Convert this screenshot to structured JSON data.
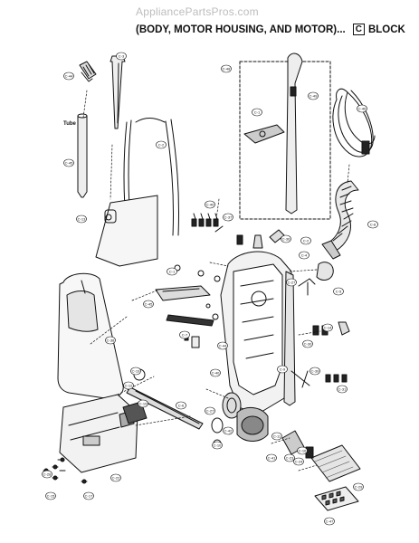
{
  "watermark": "AppliancePartsPros.com",
  "header": {
    "title": "(BODY, MOTOR HOUSING, AND MOTOR)...",
    "block_letter": "C",
    "block_word": "BLOCK"
  },
  "tube_label": "Tube",
  "callouts": [
    "C-44",
    "C-3",
    "C-45",
    "C-13",
    "C-48",
    "C-49",
    "C-1",
    "C-46",
    "C-2",
    "C-8",
    "C-40",
    "C-37",
    "C-36",
    "C-2",
    "C-4",
    "C-27",
    "C-5",
    "C-1",
    "C-45",
    "C-14",
    "C-38",
    "C-7",
    "C-30",
    "C-9",
    "C-40",
    "C-39",
    "C-31",
    "C-44",
    "C-27",
    "C-19",
    "C-12",
    "C-6",
    "C-19",
    "C-42",
    "C-11",
    "C-10",
    "C-41",
    "C-16",
    "C-22",
    "C-15",
    "C-17",
    "C-28",
    "C-24",
    "C-29",
    "C-47",
    "C-23"
  ]
}
